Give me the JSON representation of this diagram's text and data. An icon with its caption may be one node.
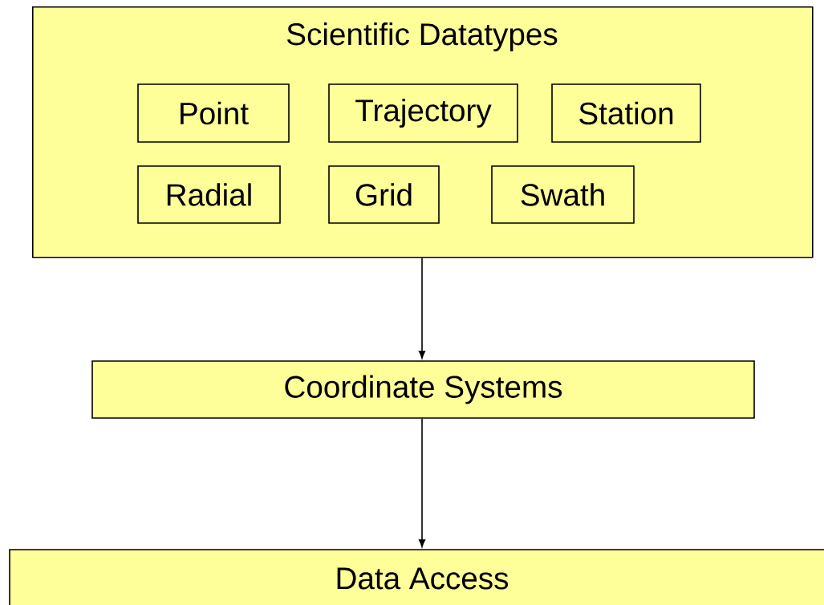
{
  "diagram": {
    "nodes": [
      {
        "text": [
          "Scientific Datatypes"
        ]
      },
      {
        "text": [
          "Point"
        ],
        "in": 0
      },
      {
        "text": [
          "Trajectory"
        ],
        "in": 0
      },
      {
        "text": [
          "Station"
        ],
        "in": 0
      },
      {
        "text": [
          "Radial"
        ],
        "in": 0
      },
      {
        "text": [
          "Grid"
        ],
        "in": 0
      },
      {
        "text": [
          "Swath"
        ],
        "in": 0
      },
      {
        "text": [
          "Coordinate Systems"
        ]
      },
      {
        "text": [
          "Data Access"
        ]
      }
    ],
    "edges": [
      {
        "from": 0,
        "to": 7,
        "arrow": "to"
      },
      {
        "from": 7,
        "to": 8,
        "arrow": "to"
      }
    ]
  }
}
